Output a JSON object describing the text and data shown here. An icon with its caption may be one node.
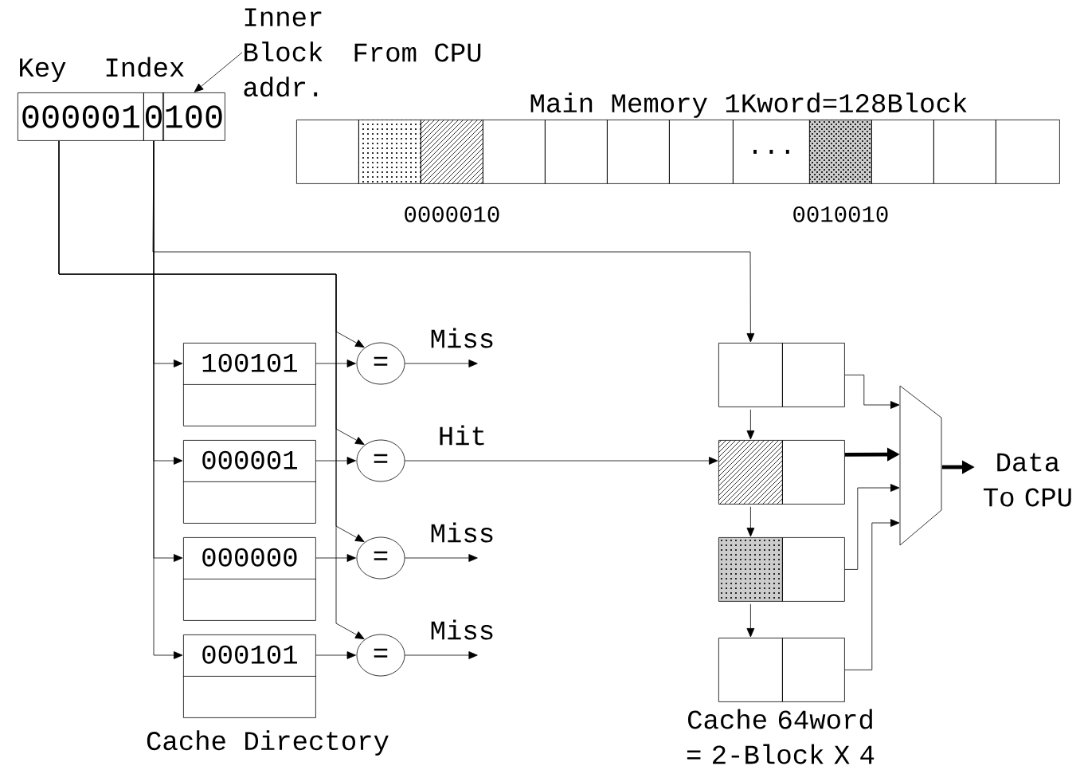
{
  "diagram": {
    "nodes": [
      {
        "text": [
          "000001"
        ],
        "beside": [
          "Key"
        ]
      },
      {
        "text": [
          "0"
        ],
        "beside": [
          "Index"
        ]
      },
      {
        "text": [
          "100"
        ]
      },
      {
        "text": [
          "Inner Block addr."
        ]
      },
      {
        "text": [],
        "shape": "box"
      },
      {
        "text": [],
        "shape": "box"
      },
      {
        "text": [],
        "shape": "box",
        "beside": [
          "0000010"
        ]
      },
      {
        "text": [],
        "shape": "box"
      },
      {
        "text": [],
        "shape": "box"
      },
      {
        "text": [],
        "shape": "box"
      },
      {
        "text": [],
        "shape": "box"
      },
      {
        "text": [
          "..."
        ]
      },
      {
        "text": [],
        "shape": "box",
        "beside": [
          "0010010"
        ]
      },
      {
        "text": [],
        "shape": "box"
      },
      {
        "text": [],
        "shape": "box"
      },
      {
        "text": [],
        "shape": "box"
      },
      {
        "text": [
          "100101"
        ]
      },
      {
        "text": [
          "000001"
        ]
      },
      {
        "text": [
          "000000"
        ]
      },
      {
        "text": [
          "000101"
        ]
      },
      {
        "text": [
          "="
        ]
      },
      {
        "text": [
          "="
        ]
      },
      {
        "text": [
          "="
        ]
      },
      {
        "text": [
          "="
        ]
      },
      {
        "text": [],
        "shape": "box"
      },
      {
        "text": [],
        "shape": "box"
      },
      {
        "text": [],
        "shape": "box"
      },
      {
        "text": [],
        "shape": "box"
      },
      {
        "text": [],
        "shape": "box"
      },
      {
        "text": [],
        "shape": "box"
      },
      {
        "text": [],
        "shape": "box"
      },
      {
        "text": [],
        "shape": "box"
      },
      {
        "text": [],
        "shape": "trapezoid"
      },
      {
        "text": [
          "Data To CPU"
        ]
      }
    ],
    "edges": [
      {
        "from": 3,
        "to": 2,
        "arrow": "to"
      },
      {
        "from": 0,
        "to": 20,
        "arrow": "to"
      },
      {
        "from": 0,
        "to": 21,
        "arrow": "to"
      },
      {
        "from": 0,
        "to": 22,
        "arrow": "to"
      },
      {
        "from": 0,
        "to": 23,
        "arrow": "to"
      },
      {
        "from": 1,
        "to": 16,
        "arrow": "to"
      },
      {
        "from": 1,
        "to": 17,
        "arrow": "to"
      },
      {
        "from": 1,
        "to": 18,
        "arrow": "to"
      },
      {
        "from": 1,
        "to": 19,
        "arrow": "to"
      },
      {
        "from": 1,
        "to": 24,
        "arrow": "to"
      },
      {
        "from": 16,
        "to": 20,
        "arrow": "to"
      },
      {
        "from": 17,
        "to": 21,
        "arrow": "to"
      },
      {
        "from": 18,
        "to": 22,
        "arrow": "to"
      },
      {
        "from": 19,
        "to": 23,
        "arrow": "to"
      },
      {
        "from": 20,
        "to": null,
        "arrow": "to",
        "label": "Miss"
      },
      {
        "from": 21,
        "to": 26,
        "arrow": "to",
        "label": "Hit"
      },
      {
        "from": 22,
        "to": null,
        "arrow": "to",
        "label": "Miss"
      },
      {
        "from": 23,
        "to": null,
        "arrow": "to",
        "label": "Miss"
      },
      {
        "from": 24,
        "to": 26,
        "arrow": "to"
      },
      {
        "from": 26,
        "to": 28,
        "arrow": "to"
      },
      {
        "from": 28,
        "to": 30,
        "arrow": "to"
      },
      {
        "from": 25,
        "to": 32,
        "arrow": "to"
      },
      {
        "from": 27,
        "to": 32,
        "arrow": "to",
        "style": "thick"
      },
      {
        "from": 29,
        "to": 32,
        "arrow": "to"
      },
      {
        "from": 31,
        "to": 32,
        "arrow": "to"
      },
      {
        "from": 32,
        "to": 33,
        "arrow": "to",
        "style": "thick"
      }
    ],
    "labels": [
      "From CPU",
      "Main Memory 1Kword=128Block",
      "Cache Directory",
      "Cache 64word = 2-Block X 4"
    ]
  }
}
